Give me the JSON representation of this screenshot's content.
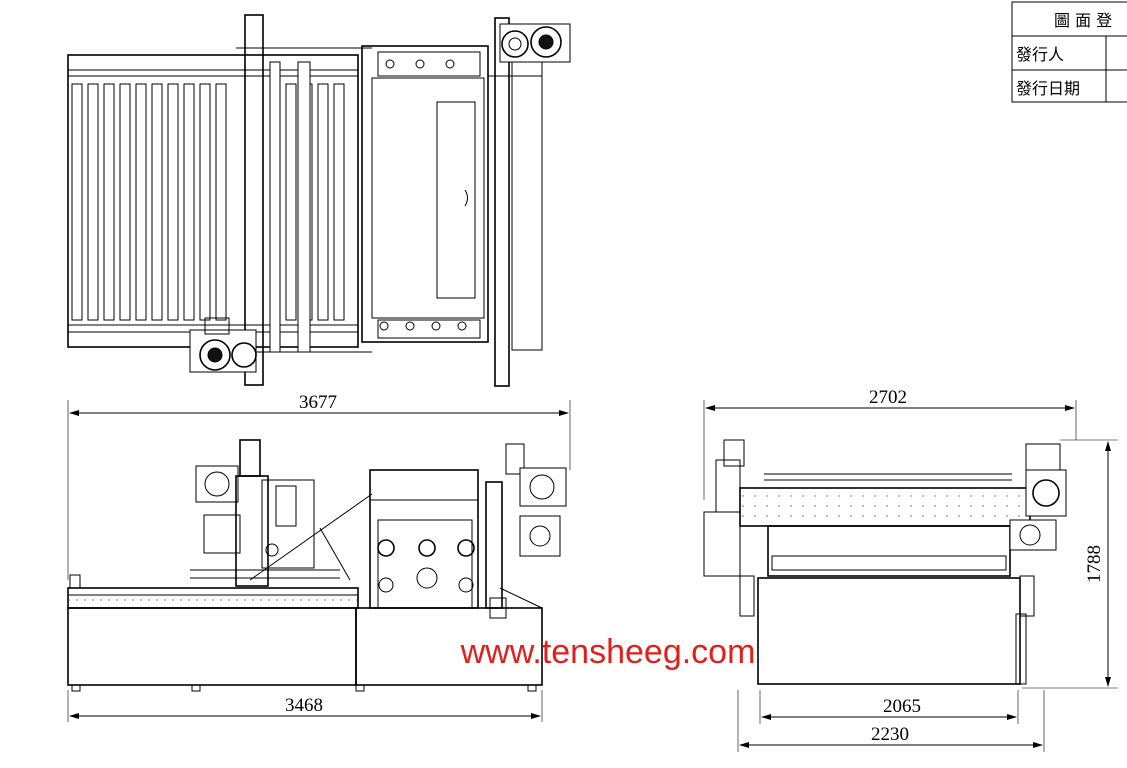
{
  "title_block": {
    "header": "圖 面 登",
    "rows": [
      {
        "label": "發行人",
        "value": ""
      },
      {
        "label": "發行日期",
        "value": ""
      }
    ]
  },
  "dimensions": {
    "front_total_length": "3677",
    "front_base_length": "3468",
    "side_total_width": "2702",
    "side_height": "1788",
    "side_base_width": "2065",
    "side_overall_base": "2230"
  },
  "watermark": {
    "text": "www.tensheeg.com",
    "color": "#e0201c"
  }
}
